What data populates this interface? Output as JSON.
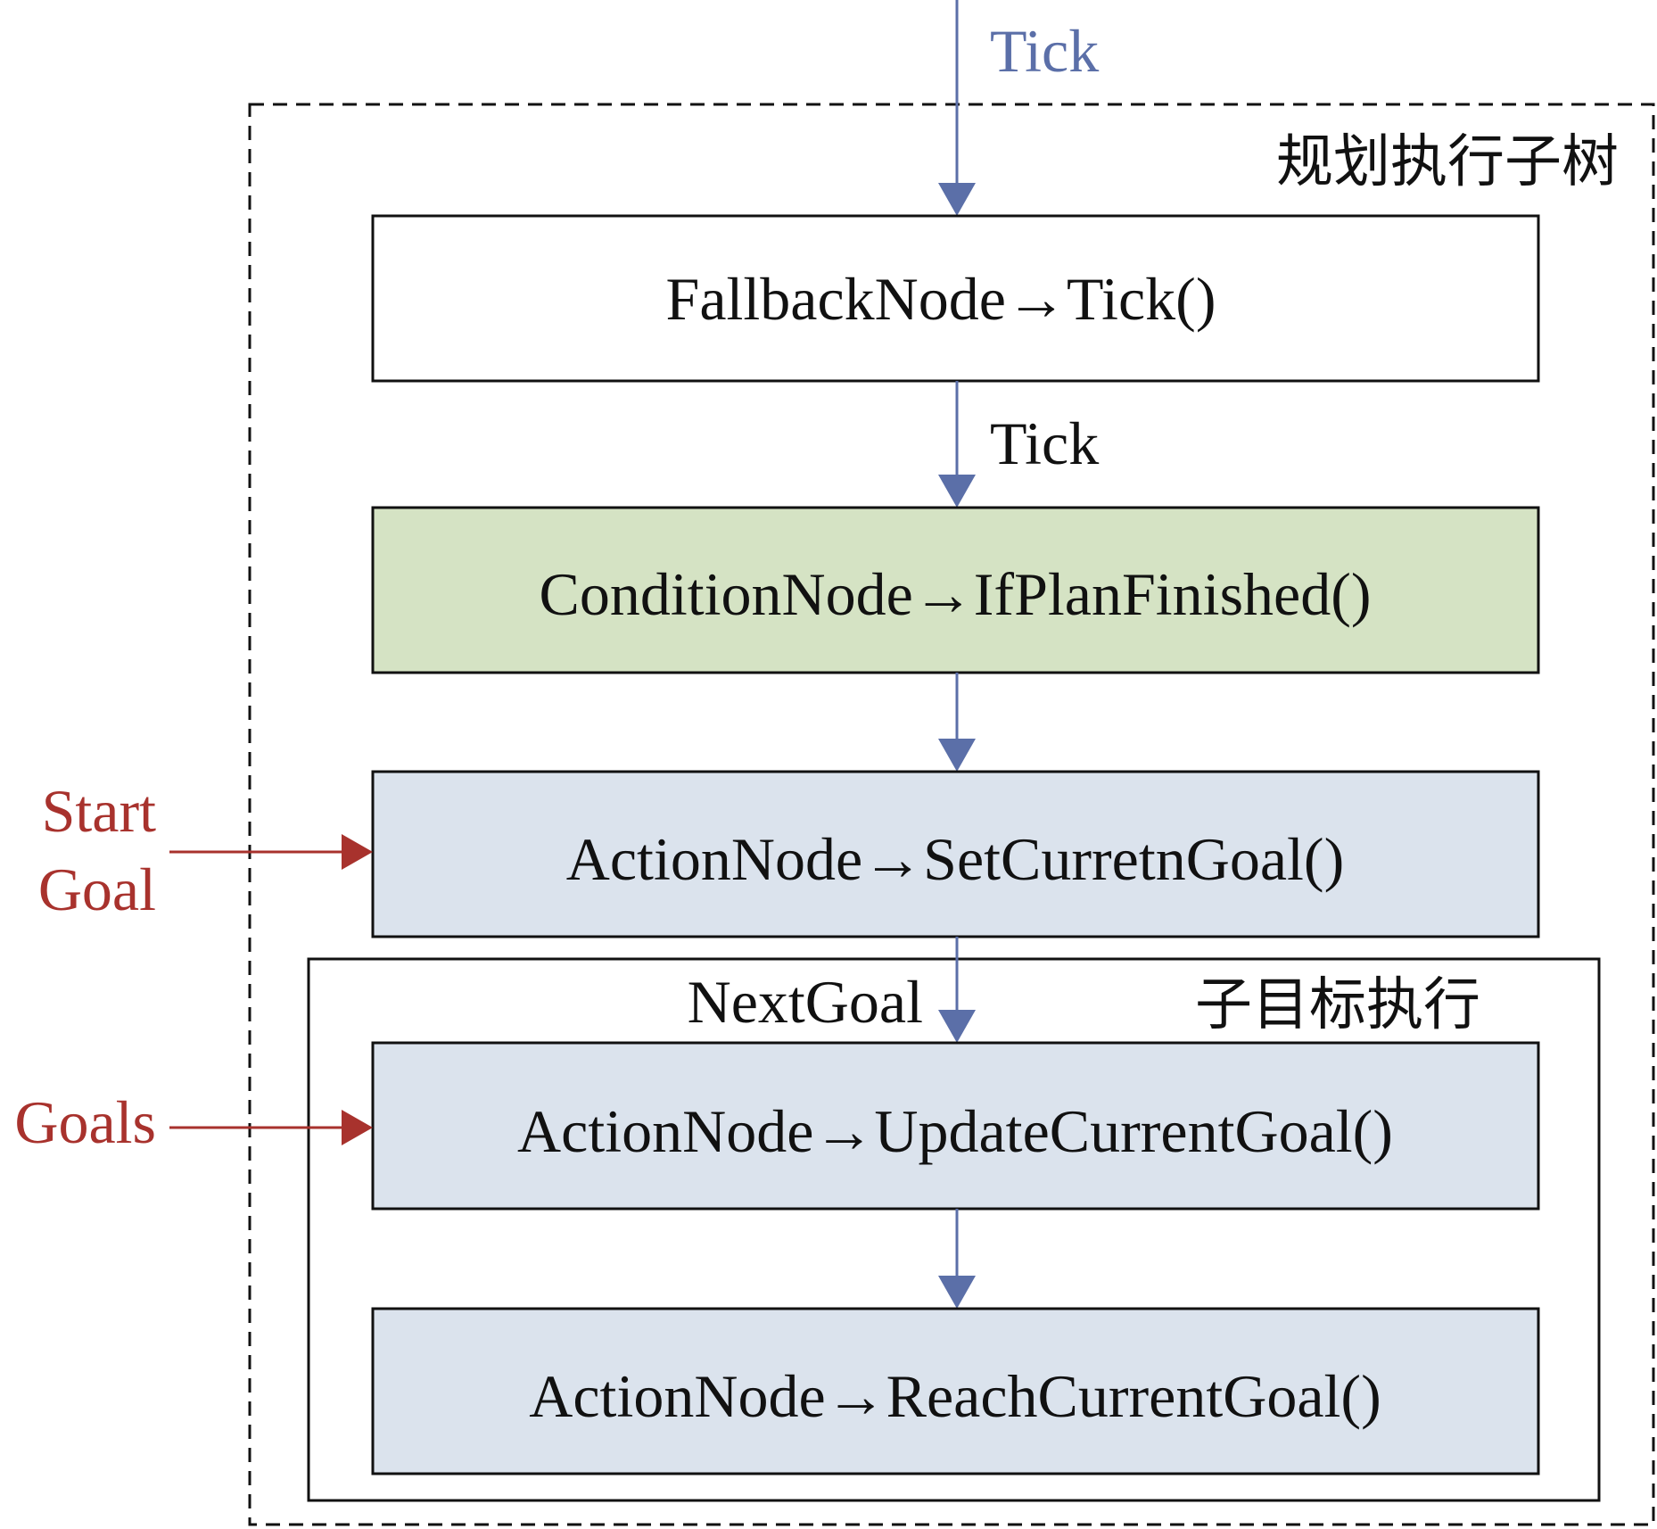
{
  "colors": {
    "tick_in": "#5b6fa8",
    "edge": "#5b6fa8",
    "input": "#a8322d",
    "text": "#111111",
    "node_default": "#ffffff",
    "node_condition": "#d5e3c4",
    "node_action": "#dbe3ed",
    "border": "#111111"
  },
  "edges": {
    "top_tick": "Tick",
    "tick": "Tick",
    "next_goal": "NextGoal"
  },
  "groups": {
    "plan_subtree": "规划执行子树",
    "subgoal_exec": "子目标执行"
  },
  "inputs": {
    "start_line1": "Start",
    "start_line2": "Goal",
    "goals": "Goals"
  },
  "nodes": {
    "fallback": "FallbackNode→Tick()",
    "condition": "ConditionNode→IfPlanFinished()",
    "set_goal": "ActionNode→SetCurretnGoal()",
    "update_goal": "ActionNode→UpdateCurrentGoal()",
    "reach_goal": "ActionNode→ReachCurrentGoal()"
  }
}
